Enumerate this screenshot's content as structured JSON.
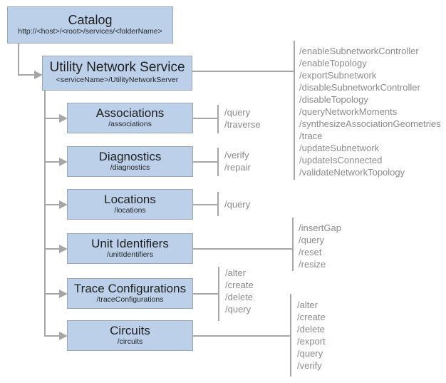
{
  "diagram": {
    "catalog": {
      "title": "Catalog",
      "subtitle": "http://<host>/<root>/services/<folderName>"
    },
    "service": {
      "title": "Utility Network Service",
      "subtitle": "<serviceName>/UtilityNetworkServer",
      "operations": [
        "/enableSubnetworkController",
        "/enableTopology",
        "/exportSubnetwork",
        "/disableSubnetworkController",
        "/disableTopology",
        "/queryNetworkMoments",
        "/synthesizeAssociationGeometries",
        "/trace",
        "/updateSubnetwork",
        "/updateIsConnected",
        "/validateNetworkTopology"
      ]
    },
    "resources": [
      {
        "title": "Associations",
        "subtitle": "/associations",
        "operations": [
          "/query",
          "/traverse"
        ]
      },
      {
        "title": "Diagnostics",
        "subtitle": "/diagnostics",
        "operations": [
          "/verify",
          "/repair"
        ]
      },
      {
        "title": "Locations",
        "subtitle": "/locations",
        "operations": [
          "/query"
        ]
      },
      {
        "title": "Unit Identifiers",
        "subtitle": "/unitIdentifiers",
        "operations": [
          "/insertGap",
          "/query",
          "/reset",
          "/resize"
        ]
      },
      {
        "title": "Trace Configurations",
        "subtitle": "/traceConfigurations",
        "operations": [
          "/alter",
          "/create",
          "/delete",
          "/query"
        ]
      },
      {
        "title": "Circuits",
        "subtitle": "/circuits",
        "operations": [
          "/alter",
          "/create",
          "/delete",
          "/export",
          "/query",
          "/verify"
        ]
      }
    ],
    "colors": {
      "box_fill": "#bdd0ea",
      "box_border": "#9fa5ad",
      "connector_line": "#a6a6a6",
      "title_text": "#1f1f1f",
      "operation_text": "#8a8a8a",
      "background": "#ffffff"
    }
  }
}
